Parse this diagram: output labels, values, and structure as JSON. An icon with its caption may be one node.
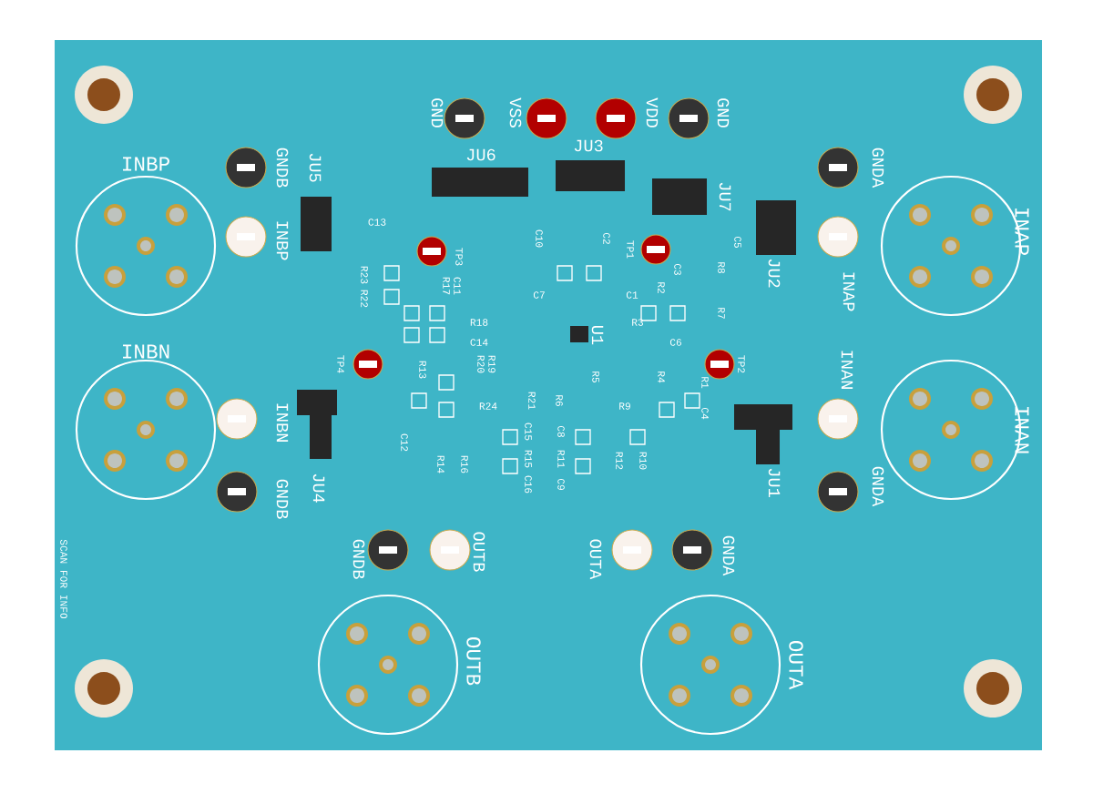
{
  "diagram": {
    "labels": [
      "GND",
      "VSS",
      "VDD",
      "GND",
      "JU6",
      "JU3",
      "JU7",
      "INBP",
      "GNDB",
      "JU5",
      "INBP",
      "INAP",
      "GNDA",
      "JU2",
      "INAP",
      "C13",
      "TP3",
      "R23",
      "R17",
      "C11",
      "R22",
      "R18",
      "C14",
      "C10",
      "C2",
      "C7",
      "C1",
      "TP1",
      "C5",
      "R2",
      "C3",
      "R8",
      "R7",
      "R3",
      "C6",
      "U1",
      "TP4",
      "R13",
      "R20",
      "R19",
      "R24",
      "C12",
      "R14",
      "R16",
      "R21",
      "C15",
      "R15",
      "C16",
      "R6",
      "C8",
      "R11",
      "C9",
      "R5",
      "R4",
      "R9",
      "R12",
      "R10",
      "TP2",
      "R1",
      "C4",
      "INBN",
      "INBN",
      "JU4",
      "GNDB",
      "INAN",
      "INAN",
      "JU1",
      "GNDA",
      "SCAN FOR INFO",
      "GNDB",
      "OUTB",
      "OUTA",
      "GNDA",
      "OUTB",
      "OUTA"
    ]
  }
}
